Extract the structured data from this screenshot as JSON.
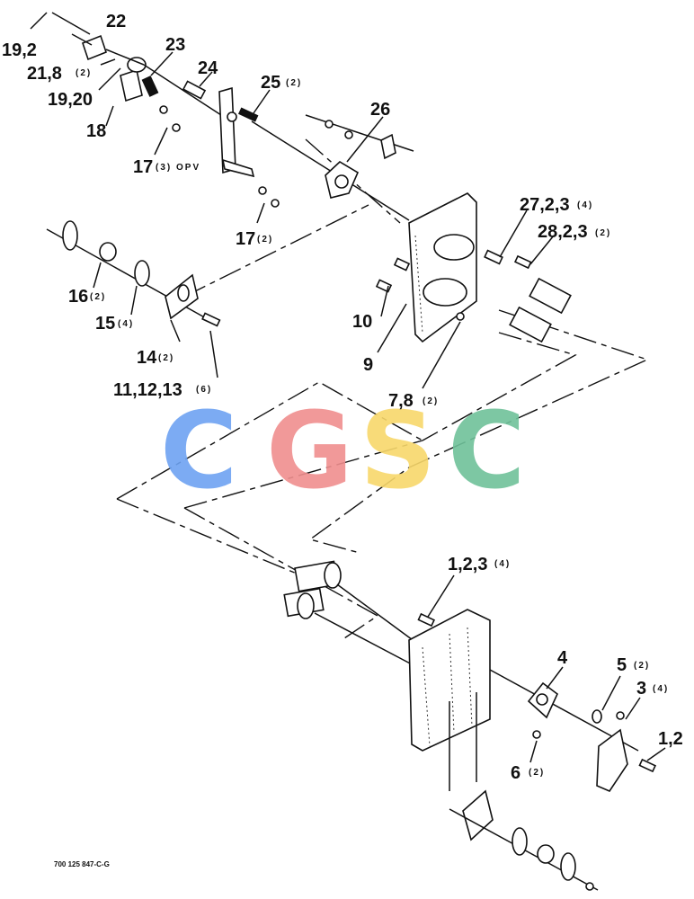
{
  "watermark": {
    "letters": [
      {
        "char": "C",
        "color": "#6ea3f2"
      },
      {
        "char": "G",
        "color": "#f08f8f"
      },
      {
        "char": "S",
        "color": "#f8d86b"
      },
      {
        "char": "C",
        "color": "#6fc29a"
      }
    ]
  },
  "labels": {
    "l22": "22",
    "l19_2_top": "19,2",
    "l21_8": "21,8",
    "l21_8_qty": "(2)",
    "l19_20": "19,20",
    "l18": "18",
    "l23": "23",
    "l24": "24",
    "l25": "25",
    "l25_qty": "(2)",
    "l26": "26",
    "l17a": "17",
    "l17a_qty": "(3) OPV",
    "l17b": "17",
    "l17b_qty": "(2)",
    "l27": "27,2,3",
    "l27_qty": "(4)",
    "l28": "28,2,3",
    "l28_qty": "(2)",
    "l16": "16",
    "l16_qty": "(2)",
    "l15": "15",
    "l15_qty": "(4)",
    "l10": "10",
    "l9": "9",
    "l14": "14",
    "l14_qty": "(2)",
    "l11": "11,12,13",
    "l11_qty": "(6)",
    "l7_8": "7,8",
    "l7_8_qty": "(2)",
    "l1_2_3": "1,2,3",
    "l1_2_3_qty": "(4)",
    "l4": "4",
    "l5": "5",
    "l5_qty": "(2)",
    "l3": "3",
    "l3_qty": "(4)",
    "l1_2": "1,2",
    "l6": "6",
    "l6_qty": "(2)"
  },
  "doc_number": "700 125 847-C-G"
}
